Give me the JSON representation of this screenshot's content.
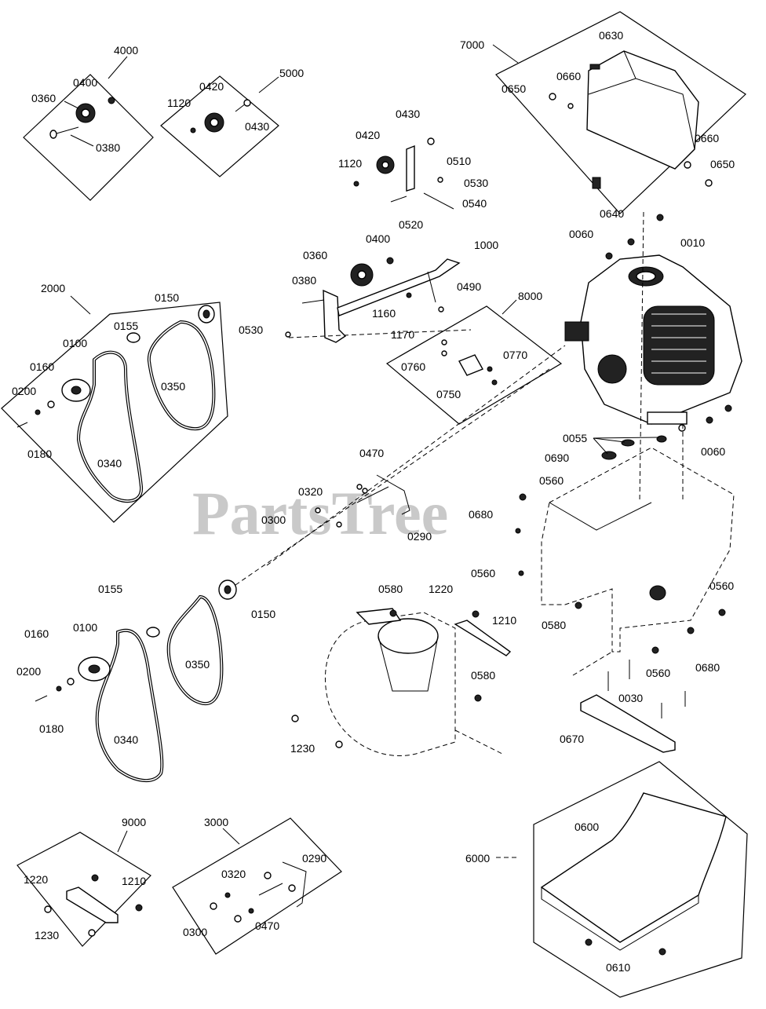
{
  "watermark": "PartsTree",
  "callouts": {
    "c4000": "4000",
    "c5000": "5000",
    "c7000": "7000",
    "c2000": "2000",
    "c8000": "8000",
    "c9000": "9000",
    "c3000": "3000",
    "c6000": "6000",
    "k4000_0360": "0360",
    "k4000_0400": "0400",
    "k4000_0380": "0380",
    "k5000_0420": "0420",
    "k5000_1120": "1120",
    "k5000_0430": "0430",
    "k7000_0630": "0630",
    "k7000_0650a": "0650",
    "k7000_0660a": "0660",
    "k7000_0660b": "0660",
    "k7000_0650b": "0650",
    "m_0430": "0430",
    "m_0420": "0420",
    "m_1120": "1120",
    "m_0510": "0510",
    "m_0530a": "0530",
    "m_0540": "0540",
    "m_0520": "0520",
    "m_0360": "0360",
    "m_0400": "0400",
    "m_1000": "1000",
    "m_0380": "0380",
    "m_0490": "0490",
    "m_1160": "1160",
    "m_0530b": "0530",
    "m_1170": "1170",
    "k8000_0760": "0760",
    "k8000_0770": "0770",
    "k8000_0750": "0750",
    "e_0640": "0640",
    "e_0060a": "0060",
    "e_0010": "0010",
    "e_0055": "0055",
    "e_0060b": "0060",
    "k2000_0150": "0150",
    "k2000_0155": "0155",
    "k2000_0100": "0100",
    "k2000_0160": "0160",
    "k2000_0200": "0200",
    "k2000_0180": "0180",
    "k2000_0350": "0350",
    "k2000_0340": "0340",
    "s_0470": "0470",
    "s_0320": "0320",
    "s_0300": "0300",
    "s_0290": "0290",
    "f_0690": "0690",
    "f_0560a": "0560",
    "f_0680a": "0680",
    "f_0560b": "0560",
    "f_0580a": "0580",
    "f_0560c": "0560",
    "f_0560d": "0560",
    "f_0680b": "0680",
    "f_0030": "0030",
    "f_0670": "0670",
    "l_0155": "0155",
    "l_0150": "0150",
    "l_0160": "0160",
    "l_0100": "0100",
    "l_0200": "0200",
    "l_0180": "0180",
    "l_0350": "0350",
    "l_0340": "0340",
    "h_0580a": "0580",
    "h_1220": "1220",
    "h_1210": "1210",
    "h_0580b": "0580",
    "h_1230": "1230",
    "k9000_1220": "1220",
    "k9000_1210": "1210",
    "k9000_1230": "1230",
    "k3000_0320": "0320",
    "k3000_0290": "0290",
    "k3000_0300": "0300",
    "k3000_0470": "0470",
    "k6000_0600": "0600",
    "k6000_0610": "0610"
  }
}
